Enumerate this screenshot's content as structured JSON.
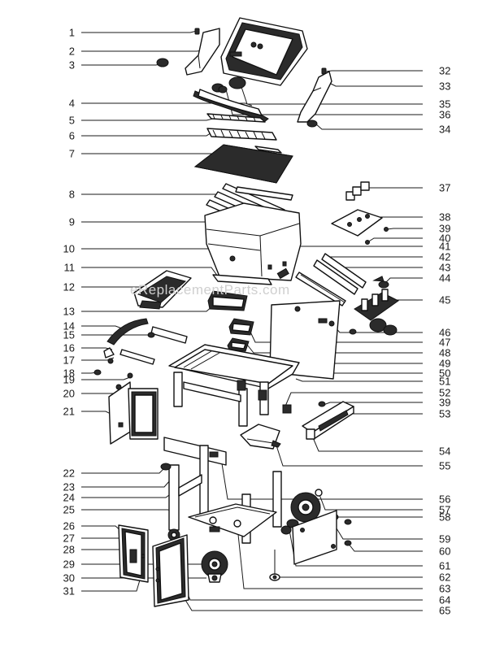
{
  "watermark": "eReplacementParts.com",
  "callouts_left": [
    {
      "label": "1"
    },
    {
      "label": "2"
    },
    {
      "label": "3"
    },
    {
      "label": "4"
    },
    {
      "label": "5"
    },
    {
      "label": "6"
    },
    {
      "label": "7"
    },
    {
      "label": "8"
    },
    {
      "label": "9"
    },
    {
      "label": "10"
    },
    {
      "label": "11"
    },
    {
      "label": "12"
    },
    {
      "label": "13"
    },
    {
      "label": "14"
    },
    {
      "label": "15"
    },
    {
      "label": "16"
    },
    {
      "label": "17"
    },
    {
      "label": "18"
    },
    {
      "label": "19"
    },
    {
      "label": "20"
    },
    {
      "label": "21"
    },
    {
      "label": "22"
    },
    {
      "label": "23"
    },
    {
      "label": "24"
    },
    {
      "label": "25"
    },
    {
      "label": "26"
    },
    {
      "label": "27"
    },
    {
      "label": "28"
    },
    {
      "label": "29"
    },
    {
      "label": "30"
    },
    {
      "label": "31"
    }
  ],
  "callouts_right": [
    {
      "label": "32"
    },
    {
      "label": "33"
    },
    {
      "label": "35"
    },
    {
      "label": "36"
    },
    {
      "label": "34"
    },
    {
      "label": "37"
    },
    {
      "label": "38"
    },
    {
      "label": "39"
    },
    {
      "label": "40"
    },
    {
      "label": "41"
    },
    {
      "label": "42"
    },
    {
      "label": "43"
    },
    {
      "label": "44"
    },
    {
      "label": "45"
    },
    {
      "label": "46"
    },
    {
      "label": "47"
    },
    {
      "label": "48"
    },
    {
      "label": "49"
    },
    {
      "label": "50"
    },
    {
      "label": "51"
    },
    {
      "label": "52"
    },
    {
      "label": "39"
    },
    {
      "label": "53"
    },
    {
      "label": "54"
    },
    {
      "label": "55"
    },
    {
      "label": "56"
    },
    {
      "label": "57"
    },
    {
      "label": "58"
    },
    {
      "label": "59"
    },
    {
      "label": "60"
    },
    {
      "label": "61"
    },
    {
      "label": "62"
    },
    {
      "label": "63"
    },
    {
      "label": "64"
    },
    {
      "label": "65"
    }
  ]
}
